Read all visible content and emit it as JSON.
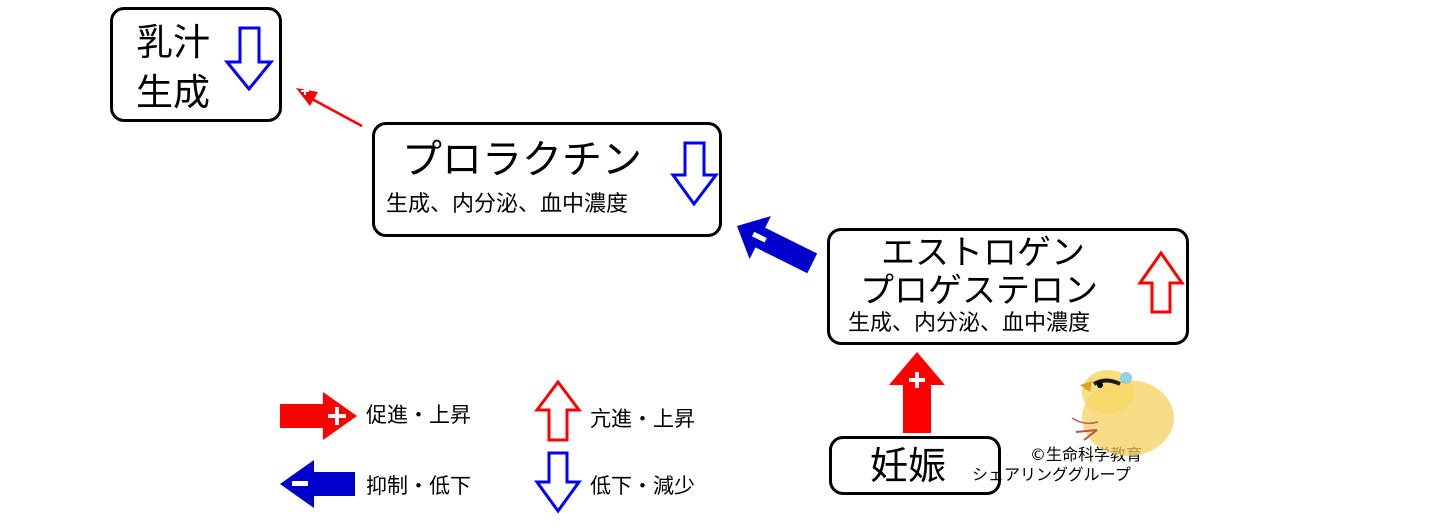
{
  "nodes": {
    "milk": {
      "line1": "乳汁",
      "line2": "生成"
    },
    "prolactin": {
      "title": "プロラクチン",
      "sub": "生成、内分泌、血中濃度"
    },
    "estrogen": {
      "line1": "エストロゲン",
      "line2": "プロゲステロン",
      "sub": "生成、内分泌、血中濃度"
    },
    "pregnancy": {
      "label": "妊娠"
    }
  },
  "legend": {
    "promote": "促進・上昇",
    "inhibit": "抑制・低下",
    "hyper": "亢進・上昇",
    "decrease": "低下・減少"
  },
  "credit": {
    "line1": "©生命科学教育",
    "line2": "シェアリンググループ"
  },
  "colors": {
    "red": "#ff0000",
    "blue": "#0000ff",
    "deepblue": "#0000cc",
    "black": "#000000",
    "duck": "#f5d060"
  }
}
